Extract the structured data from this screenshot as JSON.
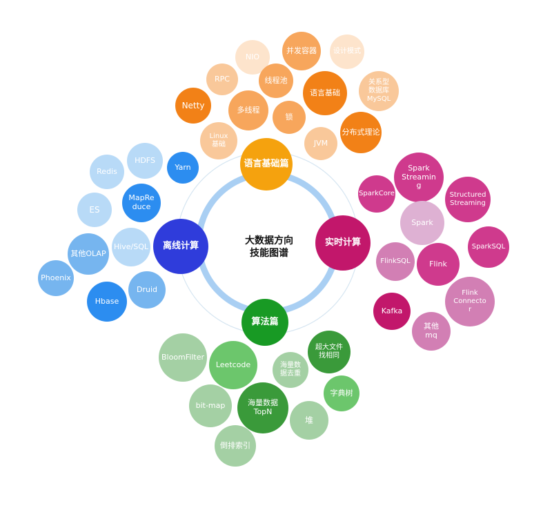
{
  "center": {
    "title": "大数据方向\n技能图谱"
  },
  "colors": {
    "ring_outer": "#d5e5f1",
    "ring_inner": "#a9cff3",
    "orange_hub": "#f5a20e",
    "orange_dark": "#f28117",
    "orange_mid": "#f7a65c",
    "orange_light": "#f9c89a",
    "orange_pale": "#fde4cc",
    "blue_hub": "#2f3cdb",
    "blue_dark": "#2c8df0",
    "blue_mid": "#76b5ef",
    "blue_light": "#b8daf7",
    "magenta_hub": "#c2176b",
    "magenta_dark": "#cf3a8d",
    "magenta_mid": "#d27fb4",
    "magenta_light": "#deb1d3",
    "green_hub": "#189a24",
    "green_dark": "#3a9a3a",
    "green_mid": "#6cc66c",
    "green_light": "#a4d0a4"
  },
  "bubbles": [
    {
      "id": "hub-language",
      "label": "语言基础篇",
      "color": "orange_hub",
      "hub": true
    },
    {
      "id": "hub-offline",
      "label": "离线计算",
      "color": "blue_hub",
      "hub": true
    },
    {
      "id": "hub-realtime",
      "label": "实时计算",
      "color": "magenta_hub",
      "hub": true
    },
    {
      "id": "hub-algorithm",
      "label": "算法篇",
      "color": "green_hub",
      "hub": true
    },
    {
      "id": "nio",
      "label": "NIO",
      "color": "orange_pale"
    },
    {
      "id": "concurrent-container",
      "label": "并发容器",
      "color": "orange_mid"
    },
    {
      "id": "design-pattern",
      "label": "设计模式",
      "color": "orange_pale"
    },
    {
      "id": "rpc",
      "label": "RPC",
      "color": "orange_light"
    },
    {
      "id": "thread-pool",
      "label": "线程池",
      "color": "orange_mid"
    },
    {
      "id": "lang-basics",
      "label": "语言基础",
      "color": "orange_dark"
    },
    {
      "id": "relational-db",
      "label": "关系型\n数据库\nMySQL",
      "color": "orange_light"
    },
    {
      "id": "netty",
      "label": "Netty",
      "color": "orange_dark"
    },
    {
      "id": "multithread",
      "label": "多线程",
      "color": "orange_mid"
    },
    {
      "id": "lock",
      "label": "锁",
      "color": "orange_mid"
    },
    {
      "id": "distributed-theory",
      "label": "分布式理论",
      "color": "orange_dark"
    },
    {
      "id": "linux-basics",
      "label": "Linux\n基础",
      "color": "orange_light"
    },
    {
      "id": "jvm",
      "label": "JVM",
      "color": "orange_light"
    },
    {
      "id": "hdfs",
      "label": "HDFS",
      "color": "blue_light"
    },
    {
      "id": "yarn",
      "label": "Yarn",
      "color": "blue_dark"
    },
    {
      "id": "redis",
      "label": "Redis",
      "color": "blue_light"
    },
    {
      "id": "mapreduce",
      "label": "MapRe\nduce",
      "color": "blue_dark"
    },
    {
      "id": "es",
      "label": "ES",
      "color": "blue_light"
    },
    {
      "id": "hive-sql",
      "label": "Hive/SQL",
      "color": "blue_light"
    },
    {
      "id": "other-olap",
      "label": "其他OLAP",
      "color": "blue_mid"
    },
    {
      "id": "phoenix",
      "label": "Phoenix",
      "color": "blue_mid"
    },
    {
      "id": "druid",
      "label": "Druid",
      "color": "blue_mid"
    },
    {
      "id": "hbase",
      "label": "Hbase",
      "color": "blue_dark"
    },
    {
      "id": "spark-streaming",
      "label": "Spark\nStreamin\ng",
      "color": "magenta_dark"
    },
    {
      "id": "spark-core",
      "label": "SparkCore",
      "color": "magenta_dark"
    },
    {
      "id": "structured-streaming",
      "label": "Structured\nStreaming",
      "color": "magenta_dark"
    },
    {
      "id": "spark",
      "label": "Spark",
      "color": "magenta_light"
    },
    {
      "id": "spark-sql",
      "label": "SparkSQL",
      "color": "magenta_dark"
    },
    {
      "id": "flink-sql",
      "label": "FlinkSQL",
      "color": "magenta_mid"
    },
    {
      "id": "flink",
      "label": "Flink",
      "color": "magenta_dark"
    },
    {
      "id": "flink-connector",
      "label": "Flink\nConnecto\nr",
      "color": "magenta_mid"
    },
    {
      "id": "kafka",
      "label": "Kafka",
      "color": "magenta_hub"
    },
    {
      "id": "other-mq",
      "label": "其他\nmq",
      "color": "magenta_mid"
    },
    {
      "id": "bloom-filter",
      "label": "BloomFilter",
      "color": "green_light"
    },
    {
      "id": "leetcode",
      "label": "Leetcode",
      "color": "green_mid"
    },
    {
      "id": "dedup",
      "label": "海量数\n据去重",
      "color": "green_light"
    },
    {
      "id": "big-file",
      "label": "超大文件\n找相同",
      "color": "green_dark"
    },
    {
      "id": "bitmap",
      "label": "bit-map",
      "color": "green_light"
    },
    {
      "id": "topn",
      "label": "海量数据\nTopN",
      "color": "green_dark"
    },
    {
      "id": "trie",
      "label": "字典树",
      "color": "green_mid"
    },
    {
      "id": "heap",
      "label": "堆",
      "color": "green_light"
    },
    {
      "id": "inverted-index",
      "label": "倒排索引",
      "color": "green_light"
    }
  ]
}
